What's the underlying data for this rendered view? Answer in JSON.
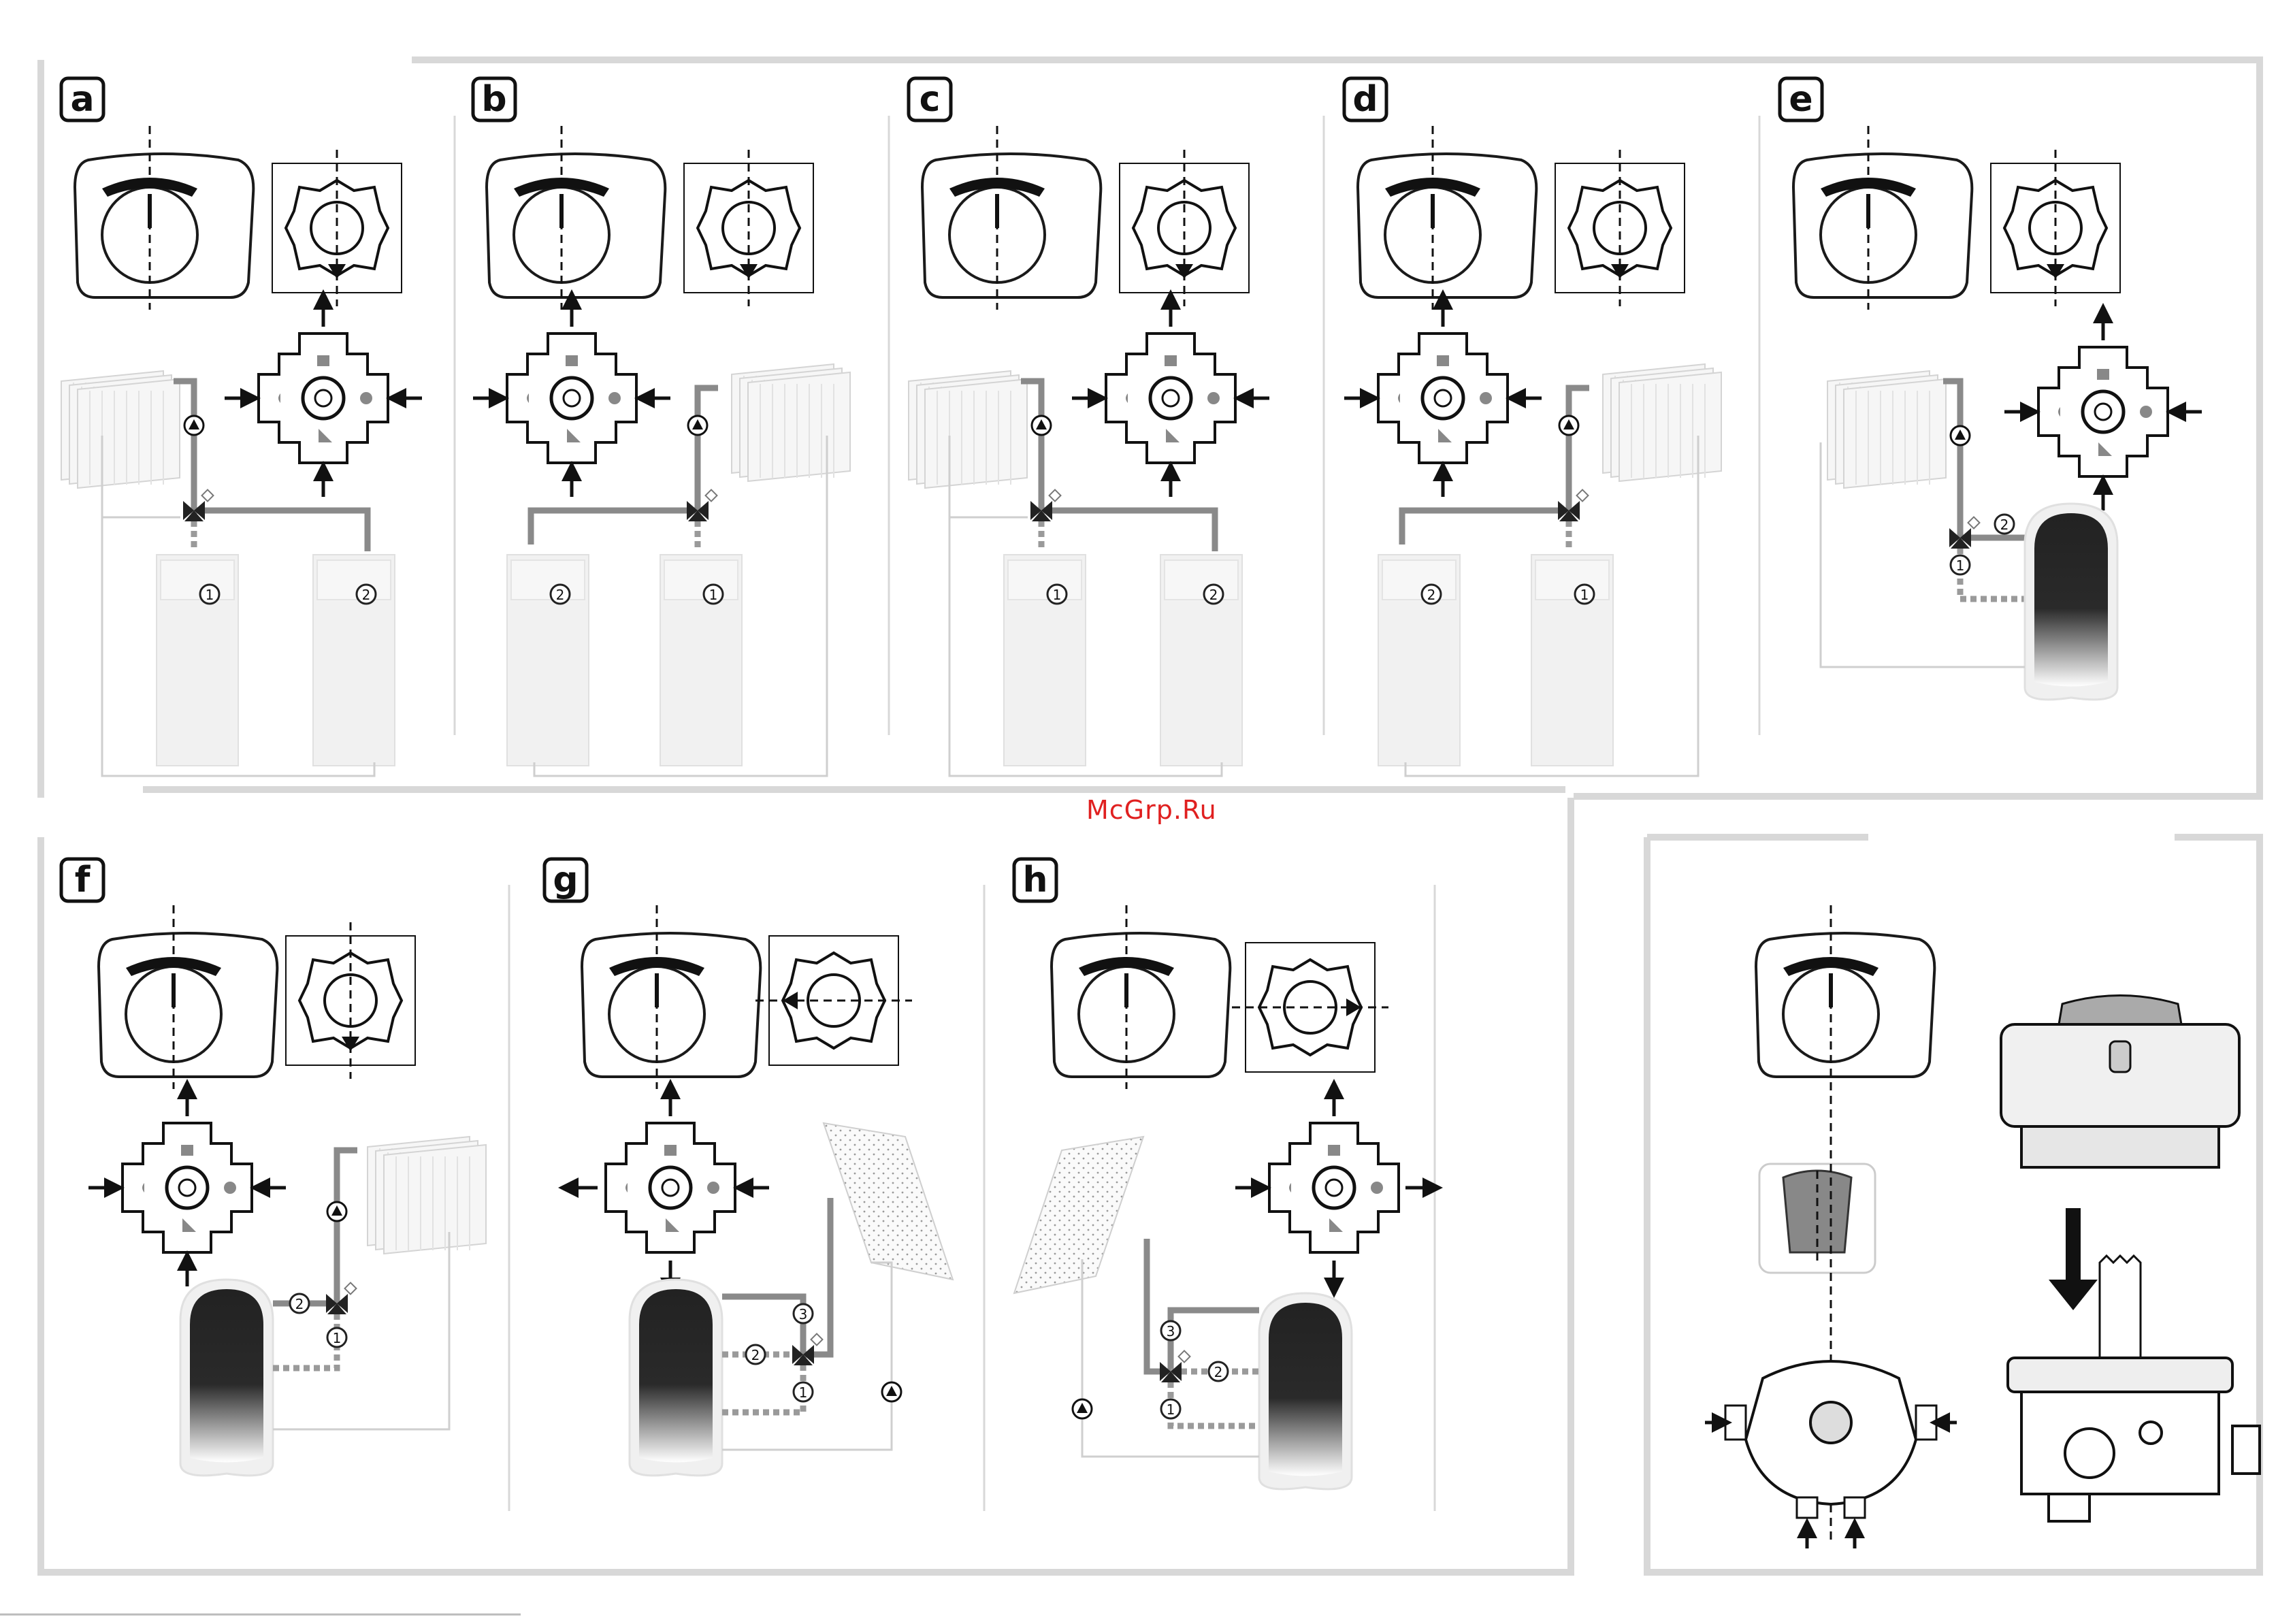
{
  "watermark": "McGrp.Ru",
  "colors": {
    "frame": "#d8d8d8",
    "pipe": "#8a8a8a",
    "dark": "#1a1a1a",
    "panel_fill": "#f4f4f4",
    "accent_text": "#e02020"
  },
  "panels": [
    {
      "id": "a",
      "label": "a",
      "layout": "radiator-left-two-boilers",
      "boiler_numbers": [
        "1",
        "2"
      ]
    },
    {
      "id": "b",
      "label": "b",
      "layout": "radiator-right-two-boilers",
      "boiler_numbers": [
        "2",
        "1"
      ]
    },
    {
      "id": "c",
      "label": "c",
      "layout": "radiator-left-two-boilers",
      "boiler_numbers": [
        "1",
        "2"
      ]
    },
    {
      "id": "d",
      "label": "d",
      "layout": "radiator-right-two-boilers",
      "boiler_numbers": [
        "2",
        "1"
      ]
    },
    {
      "id": "e",
      "label": "e",
      "layout": "radiator-left-tank-right",
      "port_numbers": [
        "2",
        "1"
      ]
    },
    {
      "id": "f",
      "label": "f",
      "layout": "tank-left-radiator-right",
      "port_numbers": [
        "2",
        "1"
      ]
    },
    {
      "id": "g",
      "label": "g",
      "layout": "tank-left-solar-right",
      "port_numbers": [
        "3",
        "2",
        "1"
      ]
    },
    {
      "id": "h",
      "label": "h",
      "layout": "solar-left-tank-right",
      "port_numbers": [
        "3",
        "2",
        "1"
      ]
    }
  ],
  "icons": [
    "actuator-icon",
    "valve-body-icon",
    "pump-icon",
    "radiator-icon",
    "boiler-icon",
    "tank-icon",
    "solar-collector-icon",
    "arrow-icon"
  ]
}
